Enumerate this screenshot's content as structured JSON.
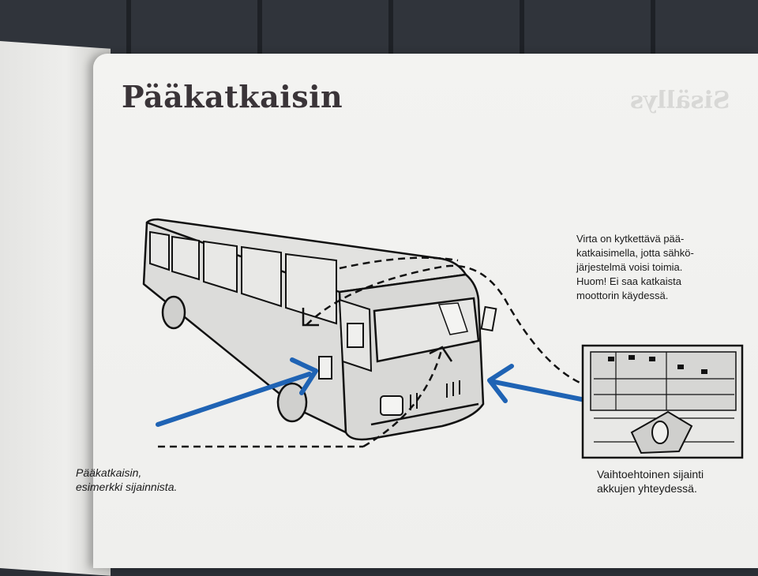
{
  "manual": {
    "title": "Pääkatkaisin",
    "notice": "Virta on kytkettävä pää-\nkatkaisimella, jotta sähkö-\njärjestelmä voisi toimia.\nHuom! Ei saa katkaista\nmoottorin käydessä.",
    "caption_main": "Pääkatkaisin,\nesimerkki sijainnista.",
    "caption_alt": "Vaihtoehtoinen sijainti\nakkujen yhteydessä."
  },
  "colors": {
    "arrow": "#1f63b4",
    "ink": "#1a1a1a",
    "paper": "#f1f1ef"
  },
  "icons": [
    "bus-illustration",
    "battery-switch-illustration",
    "arrow-icon"
  ]
}
